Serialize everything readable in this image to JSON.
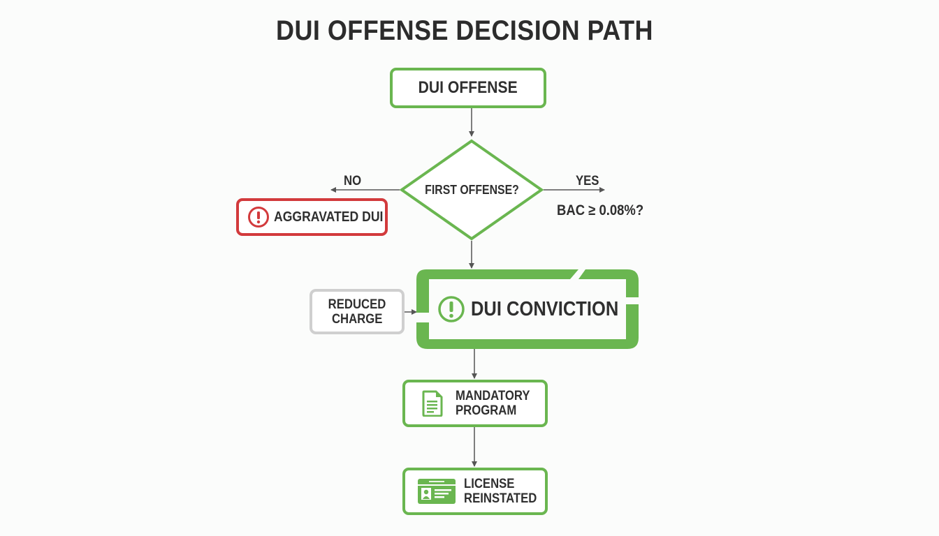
{
  "title": "DUI OFFENSE DECISION PATH",
  "colors": {
    "green": "#6ab650",
    "red": "#d23a3c",
    "gray": "#cfcfcf",
    "text": "#2f2f2f",
    "connector": "#555555"
  },
  "nodes": {
    "start": {
      "label": "DUI OFFENSE"
    },
    "decision": {
      "label": "FIRST OFFENSE?"
    },
    "aggravated": {
      "label": "AGGRAVATED DUI",
      "icon": "alert-icon"
    },
    "reduced": {
      "line1": "REDUCED",
      "line2": "CHARGE"
    },
    "conviction": {
      "label": "DUI CONVICTION",
      "icon": "alert-icon"
    },
    "mandatory": {
      "line1": "MANDATORY",
      "line2": "PROGRAM",
      "icon": "document-icon"
    },
    "license": {
      "line1": "LICENSE",
      "line2": "REINSTATED",
      "icon": "license-card-icon"
    }
  },
  "edges": {
    "no_label": "NO",
    "yes_label": "YES",
    "yes_condition": "BAC ≥ 0.08%?"
  }
}
